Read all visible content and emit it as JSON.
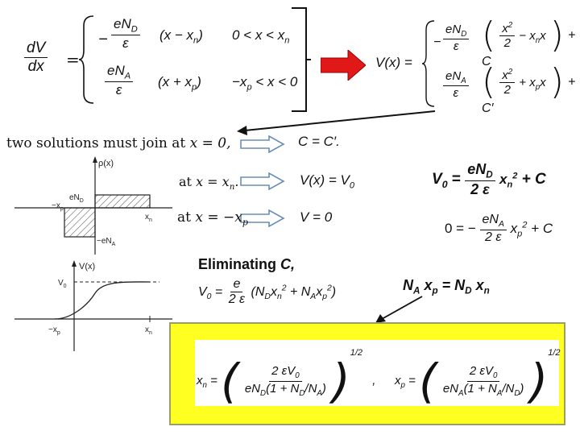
{
  "top_left": {
    "lhs_num": "dV",
    "lhs_den": "dx",
    "row1_num": "eN",
    "row1_num_sub": "D",
    "row1_den": "ε",
    "row1_factor": "(x − x",
    "row1_factor_sub": "n",
    "row1_factor_end": ")",
    "row1_cond": "0 < x < x",
    "row1_cond_sub": "n",
    "row2_num": "eN",
    "row2_num_sub": "A",
    "row2_den": "ε",
    "row2_factor": "(x + x",
    "row2_factor_sub": "p",
    "row2_factor_end": ")",
    "row2_cond": "−x",
    "row2_cond_sub": "p",
    "row2_cond_end": " < x < 0"
  },
  "top_right": {
    "lhs": "V(x) =",
    "row1_num": "eN",
    "row1_num_sub": "D",
    "row1_den": "ε",
    "row1_inner_num": "x",
    "row1_inner_num_sup": "2",
    "row1_inner_den": "2",
    "row1_rest": "− x",
    "row1_rest_sub": "n",
    "row1_rest_end": "x",
    "row1_const": "+ C",
    "row2_num": "eN",
    "row2_num_sub": "A",
    "row2_den": "ε",
    "row2_inner_num": "x",
    "row2_inner_num_sup": "2",
    "row2_inner_den": "2",
    "row2_rest": "+ x",
    "row2_rest_sub": "p",
    "row2_rest_end": "x",
    "row2_const": "+ C′"
  },
  "join_text": "two solutions must join at",
  "join_cond": "x = 0,",
  "join_result": "C = C′.",
  "cond1": "at",
  "cond1_x": "x = x",
  "cond1_x_sub": "n",
  "cond1_result": "V(x) = V",
  "cond1_result_sub": "0",
  "cond2": "at",
  "cond2_x": "x = −x",
  "cond2_x_sub": "p",
  "cond2_result": "V = 0",
  "eq_v0": {
    "lhs": "V",
    "lhs_sub": "0",
    "eq": "=",
    "num": "eN",
    "num_sub": "D",
    "den": "2 ε",
    "rest": "x",
    "rest_sub": "n",
    "rest_sup": "2",
    "const": "+ C"
  },
  "eq_zero": {
    "lhs": "0 = −",
    "num": "eN",
    "num_sub": "A",
    "den": "2 ε",
    "rest": "x",
    "rest_sub": "p",
    "rest_sup": "2",
    "const": "+ C"
  },
  "eliminating": "Eliminating",
  "eliminating_var": "C,",
  "v0_formula": {
    "lhs": "V",
    "lhs_sub": "0",
    "eq": "=",
    "num": "e",
    "den": "2 ε",
    "paren": "(N",
    "paren_sub1": "D",
    "x1": "x",
    "x1_sub": "n",
    "x1_sup": "2",
    "plus": " + N",
    "paren_sub2": "A",
    "x2": "x",
    "x2_sub": "p",
    "x2_sup": "2",
    "close": ")"
  },
  "neutrality": {
    "a": "N",
    "a_sub": "A",
    "b": " x",
    "b_sub": "p",
    "eq": " = ",
    "c": "N",
    "c_sub": "D",
    "d": " x",
    "d_sub": "n"
  },
  "graph1": {
    "ylabel": "ρ(x)",
    "top_label": "eN",
    "top_label_sub": "D",
    "left_label": "−x",
    "left_label_sub": "p",
    "right_label": "x",
    "right_label_sub": "n",
    "bottom_label": "−eN",
    "bottom_label_sub": "A"
  },
  "graph2": {
    "ylabel": "V(x)",
    "v0_label": "V",
    "v0_label_sub": "0",
    "left_label": "−x",
    "left_label_sub": "p",
    "right_label": "x",
    "right_label_sub": "n"
  },
  "result": {
    "xn_lhs": "x",
    "xn_lhs_sub": "n",
    "eq": " =",
    "num": "2 εV",
    "num_sub": "0",
    "den1_a": "eN",
    "den1_a_sub": "D",
    "den1_b": "(1 + N",
    "den1_b_sub": "D",
    "den1_c": "/N",
    "den1_c_sub": "A",
    "den1_d": ")",
    "power": "1/2",
    "comma": ",",
    "xp_lhs": "x",
    "xp_lhs_sub": "p",
    "den2_a": "eN",
    "den2_a_sub": "A",
    "den2_b": "(1 + N",
    "den2_b_sub": "A",
    "den2_c": "/N",
    "den2_c_sub": "D",
    "den2_d": ")"
  },
  "colors": {
    "highlight": "#ffff22",
    "red_arrow": "#e01818",
    "hollow_arrow_stroke": "#6a8db5",
    "hollow_arrow_fill": "#ffffff"
  }
}
